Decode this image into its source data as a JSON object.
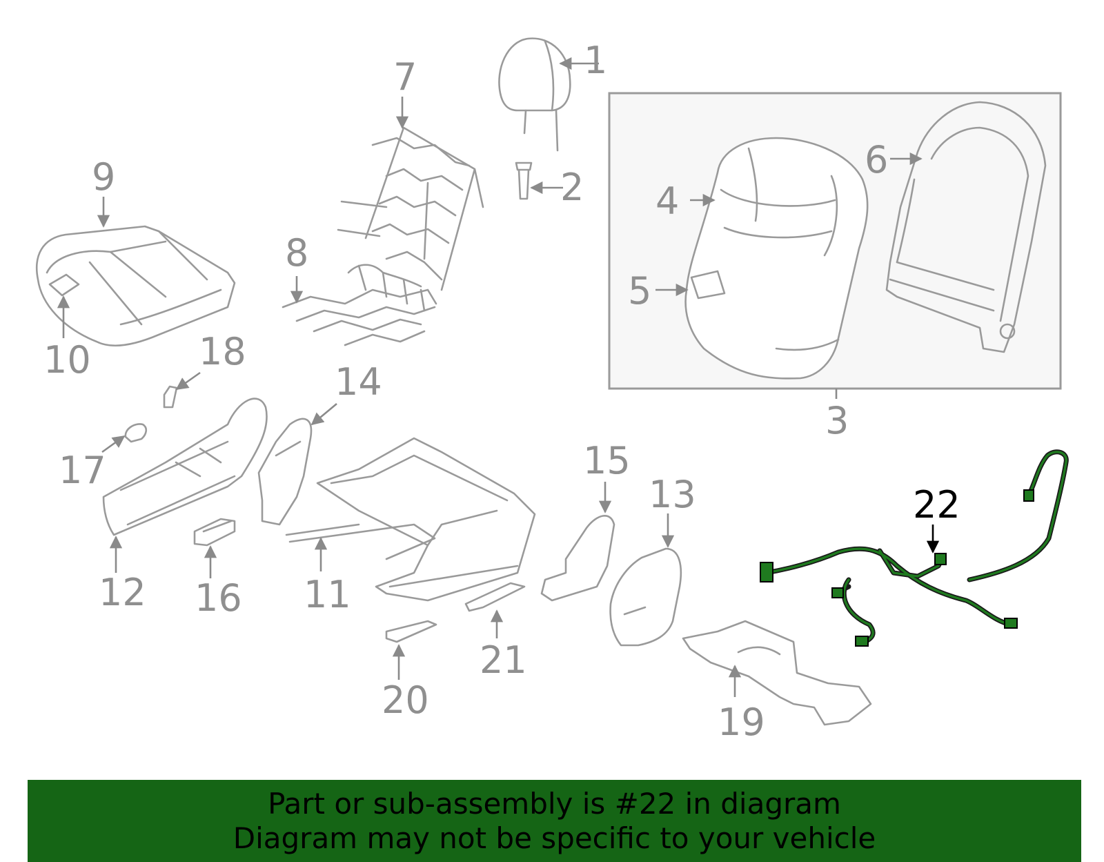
{
  "diagram": {
    "labels": [
      "1",
      "2",
      "3",
      "4",
      "5",
      "6",
      "7",
      "8",
      "9",
      "10",
      "11",
      "12",
      "13",
      "14",
      "15",
      "16",
      "17",
      "18",
      "19",
      "20",
      "21",
      "22"
    ],
    "highlighted_part": "22",
    "highlight_color": "#156515",
    "part_line_color": "#9a9a9a",
    "subassembly_box_fill": "#f7f7f7"
  },
  "banner": {
    "line1": "Part or sub-assembly is #22 in diagram",
    "line2": "Diagram may not be specific to your vehicle",
    "background": "#156515"
  }
}
